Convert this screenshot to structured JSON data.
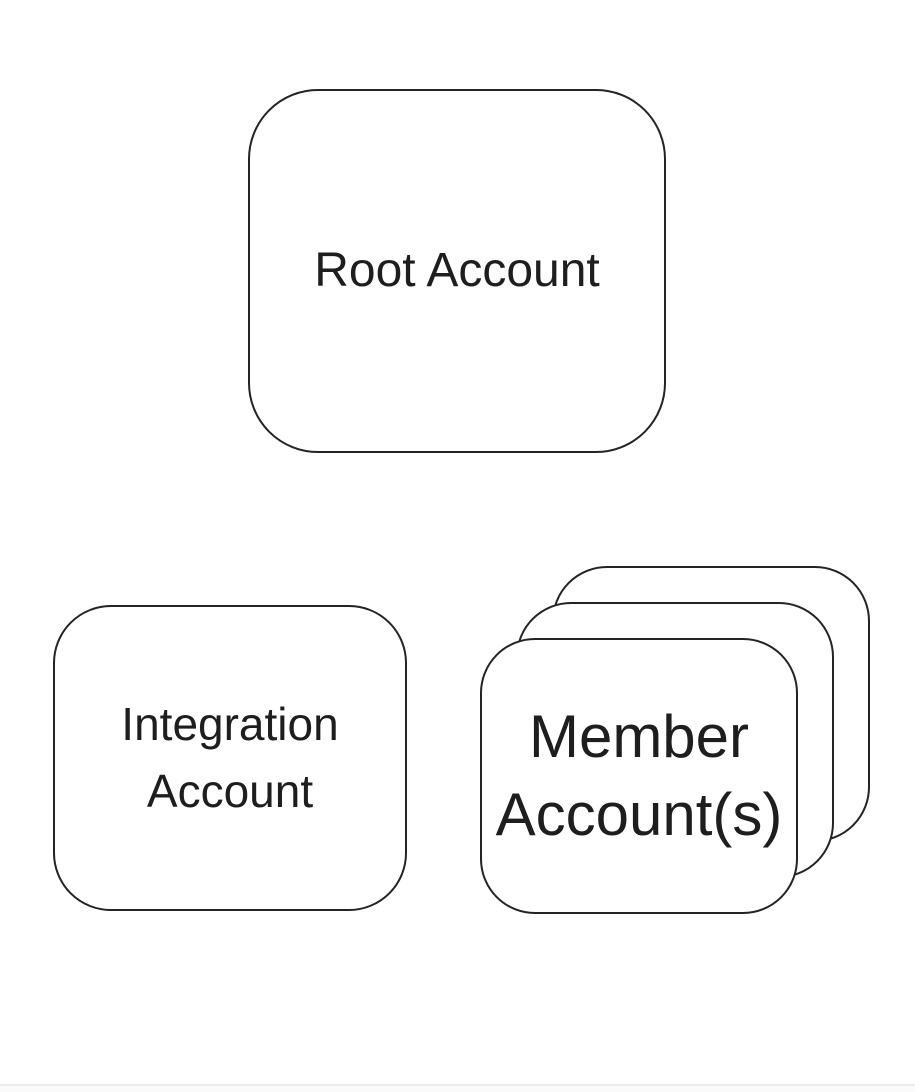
{
  "theme": {
    "canvas_bg": "#ffffff",
    "node_fill": "#ffffff",
    "node_stroke": "#242424",
    "node_text": "#1e1e1e",
    "divider_line": "#ececec",
    "divider_fill": "#fafafa"
  },
  "nodes": {
    "root": {
      "label": "Root Account"
    },
    "integration": {
      "label": "Integration Account"
    },
    "member": {
      "label": "Member Account(s)",
      "stack_count": 3
    }
  }
}
